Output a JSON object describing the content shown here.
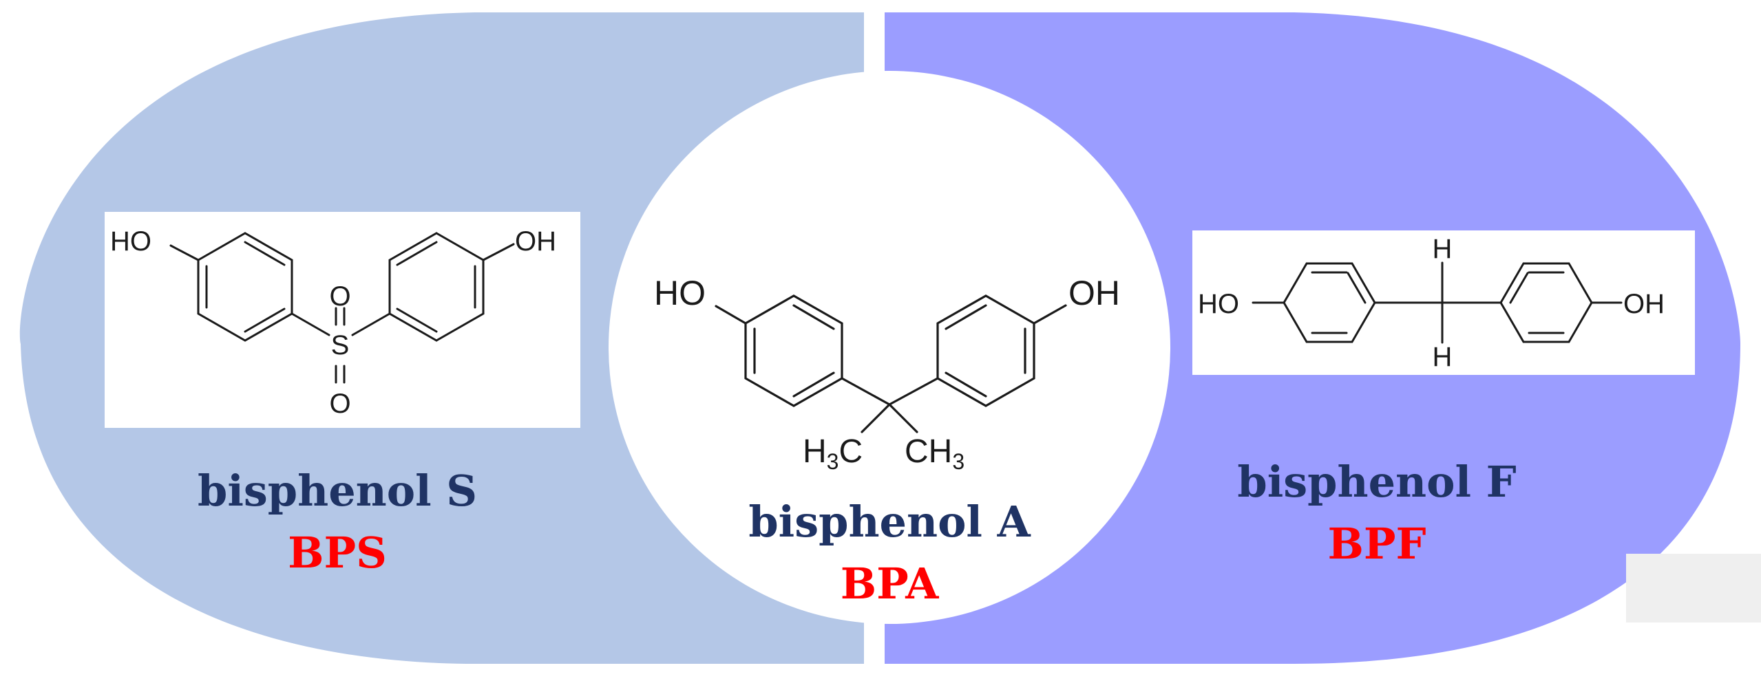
{
  "colors": {
    "left_panel": "#b4c7e7",
    "right_panel": "#9b9dff",
    "center_circle": "#ffffff",
    "name_color": "#1f3364",
    "abbr_color": "#ff0000",
    "bond_color": "#1a1a1a"
  },
  "compounds": {
    "bps": {
      "name": "bisphenol S",
      "abbr": "BPS",
      "atoms": {
        "ho": "HO",
        "oh": "OH",
        "s": "S",
        "o_top": "O",
        "o_bottom": "O"
      }
    },
    "bpa": {
      "name": "bisphenol A",
      "abbr": "BPA",
      "atoms": {
        "ho": "HO",
        "oh": "OH",
        "methyl_left_h": "H",
        "methyl_left_sub": "3",
        "methyl_left_c": "C",
        "methyl_right_c": "CH",
        "methyl_right_sub": "3"
      }
    },
    "bpf": {
      "name": "bisphenol F",
      "abbr": "BPF",
      "atoms": {
        "ho": "HO",
        "oh": "OH",
        "h_top": "H",
        "h_bottom": "H"
      }
    }
  }
}
